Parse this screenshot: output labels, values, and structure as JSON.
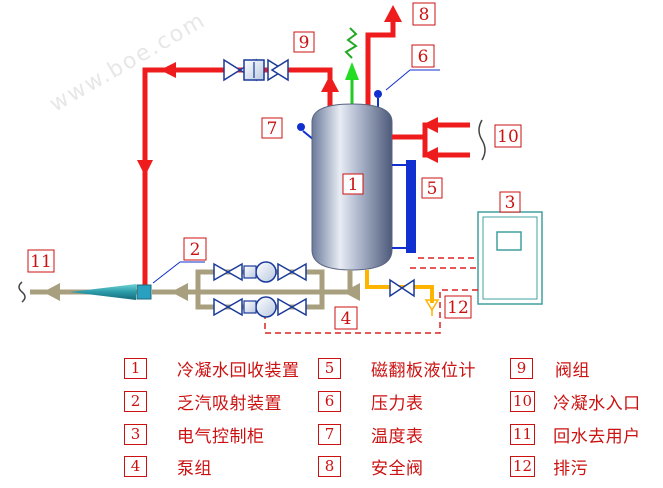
{
  "callouts": {
    "c1": "1",
    "c2": "2",
    "c3": "3",
    "c4": "4",
    "c5": "5",
    "c6": "6",
    "c7": "7",
    "c8": "8",
    "c9": "9",
    "c10": "10",
    "c11": "11",
    "c12": "12"
  },
  "watermark": "www.boe.com",
  "legend": [
    {
      "num": "1",
      "label": "冷凝水回收装置"
    },
    {
      "num": "2",
      "label": "乏汽吸射装置"
    },
    {
      "num": "3",
      "label": "电气控制柜"
    },
    {
      "num": "4",
      "label": "泵组"
    },
    {
      "num": "5",
      "label": "磁翻板液位计"
    },
    {
      "num": "6",
      "label": "压力表"
    },
    {
      "num": "7",
      "label": "温度表"
    },
    {
      "num": "8",
      "label": "安全阀"
    },
    {
      "num": "9",
      "label": "阀组"
    },
    {
      "num": "10",
      "label": "冷凝水入口"
    },
    {
      "num": "11",
      "label": "回水去用户"
    },
    {
      "num": "12",
      "label": "排污"
    }
  ],
  "colors": {
    "steam_red": "#ee1c1c",
    "return_gray": "#a89f7e",
    "drain_yellow": "#ffb400",
    "level_blue": "#1030d0",
    "text_red": "#cc1111",
    "safety_green": "#22dd22"
  }
}
